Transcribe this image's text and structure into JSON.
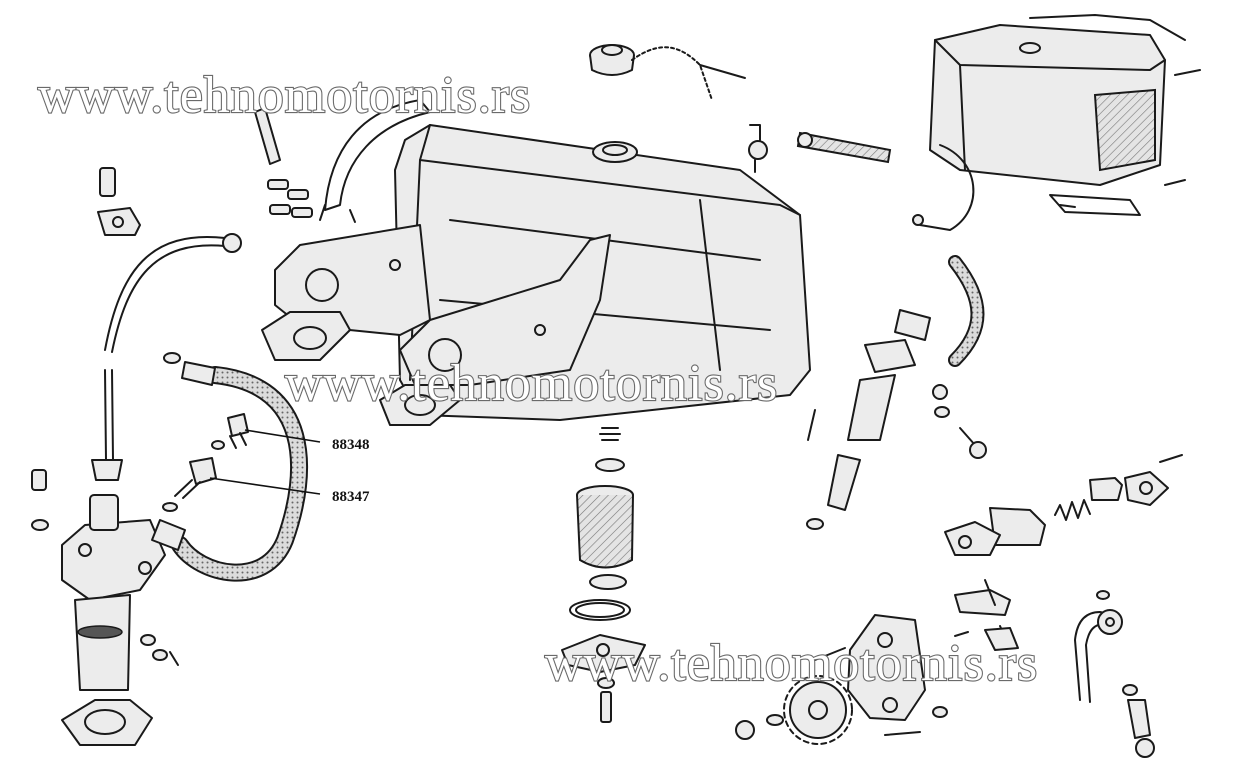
{
  "watermarks": [
    "www.tehnomotornis.rs",
    "www.tehnomotornis.rs",
    "www.tehnomotornis.rs"
  ],
  "callouts": [
    {
      "id": "88348",
      "label": "88348"
    },
    {
      "id": "88347",
      "label": "88347"
    }
  ]
}
